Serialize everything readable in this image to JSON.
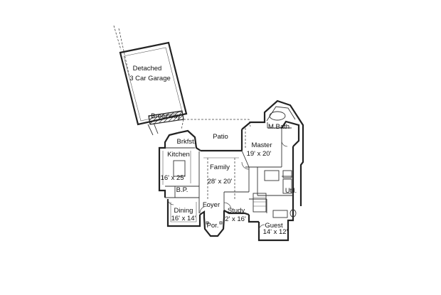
{
  "rooms": {
    "garage": {
      "line1": "Detached",
      "line2": "3 Car Garage"
    },
    "breezeway": "Breezway",
    "patio": "Patio",
    "mbath": "M.Bath",
    "master": {
      "name": "Master",
      "size": "19' x 20'"
    },
    "brkfst": "Brkfst.",
    "kitchen": {
      "name": "Kitchen",
      "size": "16' x 25'"
    },
    "family": {
      "name": "Family",
      "size": "28' x 20'"
    },
    "bp": "B.P.",
    "util": "Util.",
    "dining": {
      "name": "Dining",
      "size": "16' x 14'"
    },
    "foyer": "Foyer",
    "study": {
      "name": "Study",
      "size": "2' x 16'"
    },
    "por": "Por.",
    "guest": {
      "name": "Guest",
      "size": "14' x 12'"
    }
  }
}
